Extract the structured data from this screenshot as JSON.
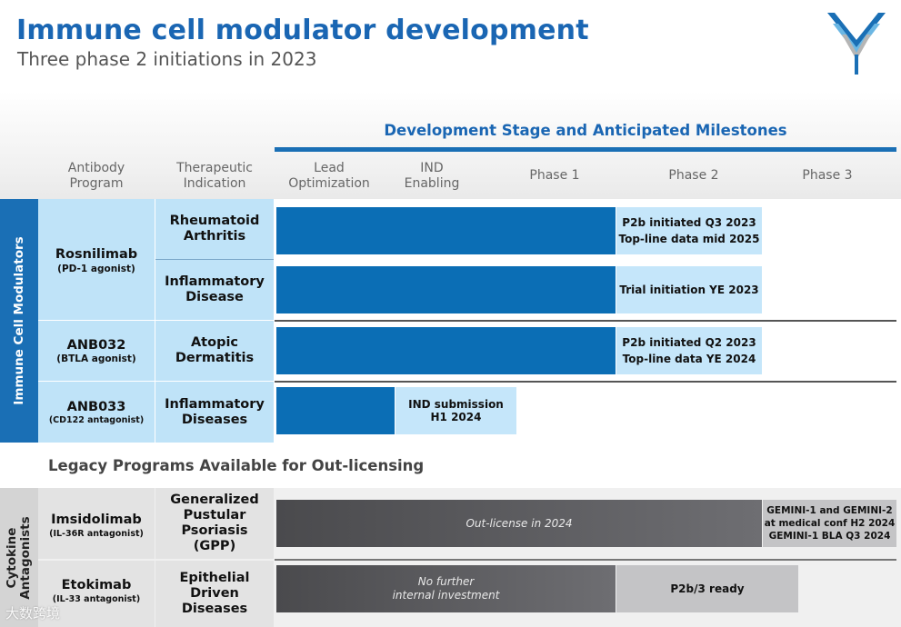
{
  "header": {
    "title": "Immune cell modulator development",
    "subtitle": "Three phase 2 initiations in 2023"
  },
  "logo": {
    "icon": "company-logo-chevron-icon",
    "colors": [
      "#1a6fb5",
      "#6bb7e4",
      "#b5b5b5"
    ]
  },
  "stage_header": "Development Stage and Anticipated Milestones",
  "columns": {
    "antibody_program": [
      "Antibody",
      "Program"
    ],
    "therapeutic_indication": [
      "Therapeutic",
      "Indication"
    ],
    "lead_optimization": [
      "Lead",
      "Optimization"
    ],
    "ind_enabling": [
      "IND",
      "Enabling"
    ],
    "phase1": "Phase 1",
    "phase2": "Phase 2",
    "phase3": "Phase 3"
  },
  "immune_section": {
    "label": "Immune Cell Modulators",
    "programs": [
      {
        "name": "Rosnilimab",
        "mechanism": "(PD-1 agonist)",
        "indications": [
          {
            "name": [
              "Rheumatoid",
              "Arthritis"
            ],
            "milestones": [
              "P2b initiated Q3 2023",
              "Top-line data mid 2025"
            ]
          },
          {
            "name": [
              "Inflammatory",
              "Disease"
            ],
            "milestones": [
              "Trial initiation YE 2023"
            ]
          }
        ]
      },
      {
        "name": "ANB032",
        "mechanism": "(BTLA agonist)",
        "indications": [
          {
            "name": [
              "Atopic",
              "Dermatitis"
            ],
            "milestones": [
              "P2b initiated Q2 2023",
              "Top-line data YE 2024"
            ]
          }
        ]
      },
      {
        "name": "ANB033",
        "mechanism": "(CD122 antagonist)",
        "indications": [
          {
            "name": [
              "Inflammatory",
              "Diseases"
            ],
            "milestones": [
              "IND submission",
              "H1 2024"
            ]
          }
        ]
      }
    ]
  },
  "legacy_title": "Legacy Programs Available for Out-licensing",
  "cytokine_section": {
    "label": [
      "Cytokine",
      "Antagonists"
    ],
    "programs": [
      {
        "name": "Imsidolimab",
        "mechanism": "(IL-36R antagonist)",
        "indication": [
          "Generalized",
          "Pustular",
          "Psoriasis",
          "(GPP)"
        ],
        "bar_text": "Out-license in 2024",
        "milestones": [
          "GEMINI-1 and GEMINI-2",
          "at medical conf H2 2024",
          "GEMINI-1 BLA Q3 2024"
        ]
      },
      {
        "name": "Etokimab",
        "mechanism": "(IL-33 antagonist)",
        "indication": [
          "Epithelial",
          "Driven",
          "Diseases"
        ],
        "bar_text": [
          "No further",
          "internal investment"
        ],
        "milestones": [
          "P2b/3 ready"
        ]
      }
    ]
  },
  "watermark": "大数跨境"
}
